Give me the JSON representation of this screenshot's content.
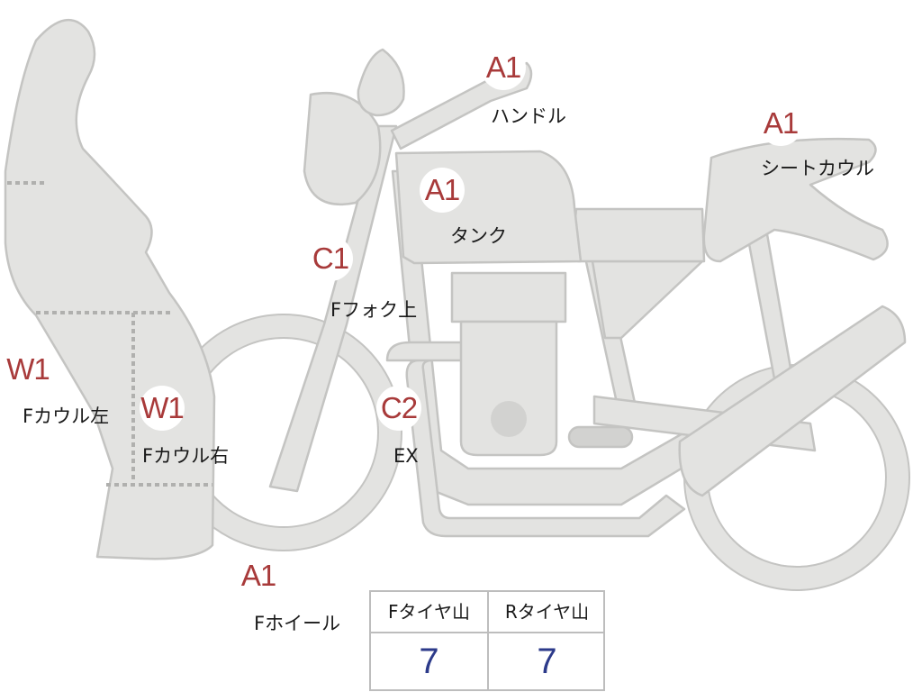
{
  "colors": {
    "part_fill": "#e3e3e1",
    "part_stroke": "#c4c4c2",
    "badge_text": "#a83a3a",
    "value_text": "#2c3a8a"
  },
  "parts": {
    "handle": {
      "code": "A1",
      "label": "ハンドル"
    },
    "seat_cowl": {
      "code": "A1",
      "label": "シートカウル"
    },
    "tank": {
      "code": "A1",
      "label": "タンク"
    },
    "f_fork_top": {
      "code": "C1",
      "label": "Fフォク上"
    },
    "f_cowl_l": {
      "code": "W1",
      "label": "Fカウル左"
    },
    "f_cowl_r": {
      "code": "W1",
      "label": "Fカウル右"
    },
    "ex": {
      "code": "C2",
      "label": "EX"
    },
    "f_wheel": {
      "code": "A1",
      "label": "Fホイール"
    }
  },
  "tire_table": {
    "front": {
      "label": "Fタイヤ山",
      "value": "7"
    },
    "rear": {
      "label": "Rタイヤ山",
      "value": "7"
    }
  }
}
